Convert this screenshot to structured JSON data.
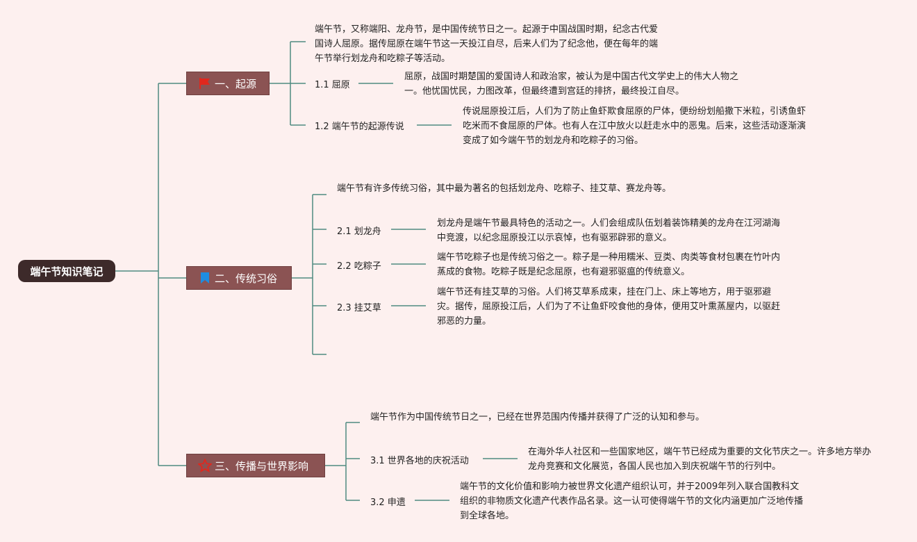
{
  "root": {
    "label": "端午节知识笔记"
  },
  "branches": [
    {
      "label": "一、起源",
      "icon": "red-flag-icon",
      "intro": "端午节，又称端阳、龙舟节，是中国传统节日之一。起源于中国战国时期，纪念古代爱国诗人屈原。据传屈原在端午节这一天投江自尽，后来人们为了纪念他，便在每年的端午节举行划龙舟和吃粽子等活动。",
      "items": [
        {
          "label": "1.1 屈原",
          "text": "屈原，战国时期楚国的爱国诗人和政治家，被认为是中国古代文学史上的伟大人物之一。他忧国忧民，力图改革，但最终遭到宫廷的排挤，最终投江自尽。"
        },
        {
          "label": "1.2 端午节的起源传说",
          "text": "传说屈原投江后，人们为了防止鱼虾欺食屈原的尸体，便纷纷划船撒下米粒，引诱鱼虾吃米而不食屈原的尸体。也有人在江中放火以赶走水中的恶鬼。后来，这些活动逐渐演变成了如今端午节的划龙舟和吃粽子的习俗。"
        }
      ]
    },
    {
      "label": "二、传统习俗",
      "icon": "blue-flag-icon",
      "intro": "端午节有许多传统习俗，其中最为著名的包括划龙舟、吃粽子、挂艾草、赛龙舟等。",
      "items": [
        {
          "label": "2.1 划龙舟",
          "text": "划龙舟是端午节最具特色的活动之一。人们会组成队伍划着装饰精美的龙舟在江河湖海中竞渡，以纪念屈原投江以示哀悼，也有驱邪辟邪的意义。"
        },
        {
          "label": "2.2 吃粽子",
          "text": "端午节吃粽子也是传统习俗之一。粽子是一种用糯米、豆类、肉类等食材包裹在竹叶内蒸成的食物。吃粽子既是纪念屈原，也有避邪驱瘟的传统意义。"
        },
        {
          "label": "2.3 挂艾草",
          "text": "端午节还有挂艾草的习俗。人们将艾草系成束，挂在门上、床上等地方，用于驱邪避灾。据传，屈原投江后，人们为了不让鱼虾咬食他的身体，便用艾叶熏蒸屋内，以驱赶邪恶的力量。"
        }
      ]
    },
    {
      "label": "三、传播与世界影响",
      "icon": "red-star-icon",
      "intro": "端午节作为中国传统节日之一，已经在世界范围内传播并获得了广泛的认知和参与。",
      "items": [
        {
          "label": "3.1 世界各地的庆祝活动",
          "text": "在海外华人社区和一些国家地区，端午节已经成为重要的文化节庆之一。许多地方举办龙舟竞赛和文化展览，各国人民也加入到庆祝端午节的行列中。"
        },
        {
          "label": "3.2 申遗",
          "text": "端午节的文化价值和影响力被世界文化遗产组织认可，并于2009年列入联合国教科文组织的非物质文化遗产代表作品名录。这一认可使得端午节的文化内涵更加广泛地传播到全球各地。"
        }
      ]
    }
  ],
  "colors": {
    "connector": "#4f8a80",
    "branch_fill": "#8b5353",
    "root_fill": "#3d2a2a",
    "background": "#fdf0ef"
  }
}
